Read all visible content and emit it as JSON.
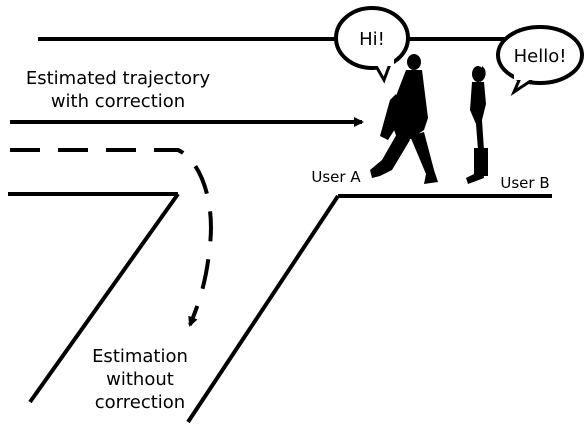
{
  "labels": {
    "corrected_line1": "Estimated trajectory",
    "corrected_line2": "with correction",
    "uncorrected_line1": "Estimation",
    "uncorrected_line2": "without",
    "uncorrected_line3": "correction",
    "user_a": "User A",
    "user_b": "User B"
  },
  "speech": {
    "user_a": "Hi!",
    "user_b": "Hello!"
  },
  "colors": {
    "stroke": "#000000",
    "background": "#ffffff"
  }
}
